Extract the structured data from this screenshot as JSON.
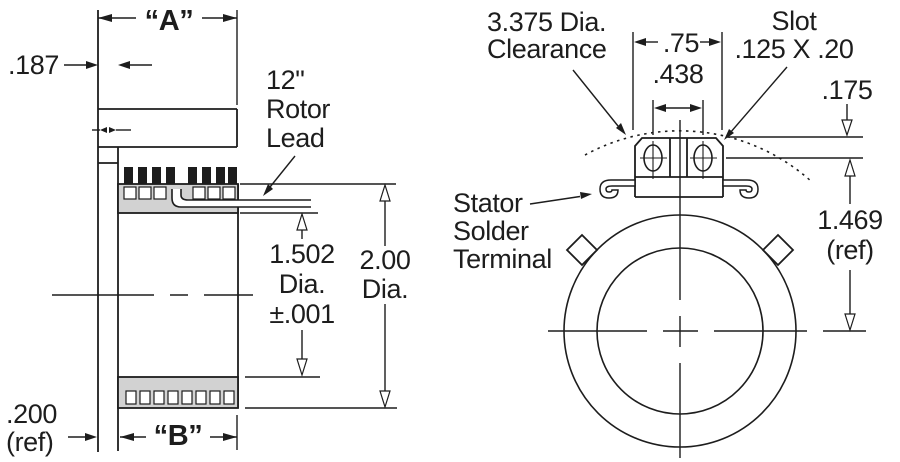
{
  "colors": {
    "line": "#1d1d1d",
    "band_gray": "#d2d2d2",
    "background": "#ffffff"
  },
  "left_view": {
    "dim_a": "“A”",
    "dim_b": "“B”",
    "dim_187": ".187",
    "rotor_lead": [
      "12\"",
      "Rotor",
      "Lead"
    ],
    "bore_dia": [
      "1.502",
      "Dia.",
      "±.001"
    ],
    "outer_dia": [
      "2.00",
      "Dia."
    ],
    "ref_200": [
      ".200",
      "(ref)"
    ]
  },
  "right_view": {
    "clearance": [
      "3.375 Dia.",
      "Clearance"
    ],
    "slot": [
      "Slot",
      ".125 X .20"
    ],
    "dim_75": ".75",
    "dim_438": ".438",
    "dim_175": ".175",
    "stator_terminal": [
      "Stator",
      "Solder",
      "Terminal"
    ],
    "ref_1469": [
      "1.469",
      "(ref)"
    ]
  }
}
